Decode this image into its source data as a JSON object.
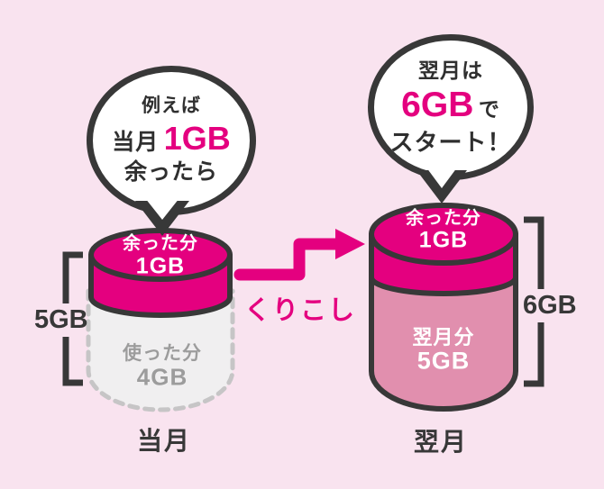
{
  "colors": {
    "background": "#f9e3ef",
    "magenta": "#e4007f",
    "dark_outline": "#383838",
    "body_pink": "#e18fae",
    "gray_fill": "#f0eff0",
    "gray_dot": "#c6c5c6",
    "gray_text": "#9c9c9c",
    "white": "#ffffff"
  },
  "left_bubble": {
    "line1": "例えば",
    "line2_prefix": "当月",
    "line2_highlight": "1GB",
    "line3": "余ったら"
  },
  "right_bubble": {
    "line1": "翌月は",
    "line2_highlight": "6GB",
    "line2_suffix": "で",
    "line3": "スタート！"
  },
  "left_cylinder": {
    "top_label": "余った分",
    "top_value": "1GB",
    "body_label": "使った分",
    "body_value": "4GB",
    "bracket_label": "5GB",
    "caption": "当月"
  },
  "arrow": {
    "label": "くりこし"
  },
  "right_cylinder": {
    "top_label": "余った分",
    "top_value": "1GB",
    "body_label": "翌月分",
    "body_value": "5GB",
    "bracket_label": "6GB",
    "caption": "翌月"
  }
}
